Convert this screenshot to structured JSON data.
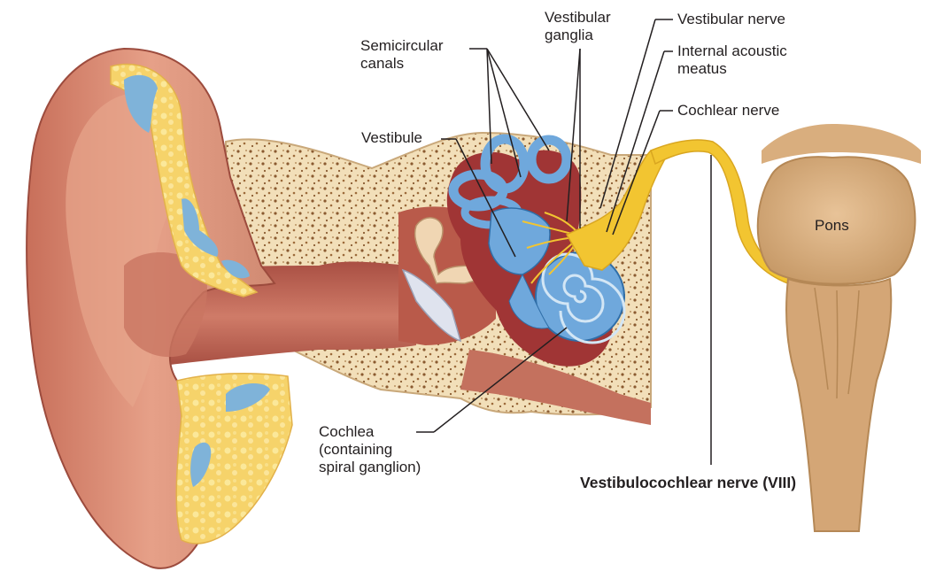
{
  "labels": {
    "semicircular_canals": "Semicircular\ncanals",
    "vestibular_ganglia": "Vestibular\nganglia",
    "vestibular_nerve": "Vestibular nerve",
    "internal_acoustic_meatus": "Internal acoustic\nmeatus",
    "cochlear_nerve": "Cochlear nerve",
    "vestibule": "Vestibule",
    "pons": "Pons",
    "cochlea": "Cochlea\n(containing\nspiral ganglion)",
    "vestibulocochlear_nerve": "Vestibulocochlear nerve (VIII)"
  },
  "colors": {
    "skin": "#d9896f",
    "skin_dark": "#9c4b3d",
    "canal": "#b8604f",
    "bone": "#f2dfb9",
    "bone_spots": "#8a5a30",
    "cartilage": "#f6d36a",
    "cartilage_blue": "#7fb3d9",
    "labyrinth": "#6fa8dc",
    "labyrinth_dark": "#2f6ea8",
    "nerve": "#f2c531",
    "brainstem": "#d9ae7e",
    "leader": "#231f20"
  }
}
